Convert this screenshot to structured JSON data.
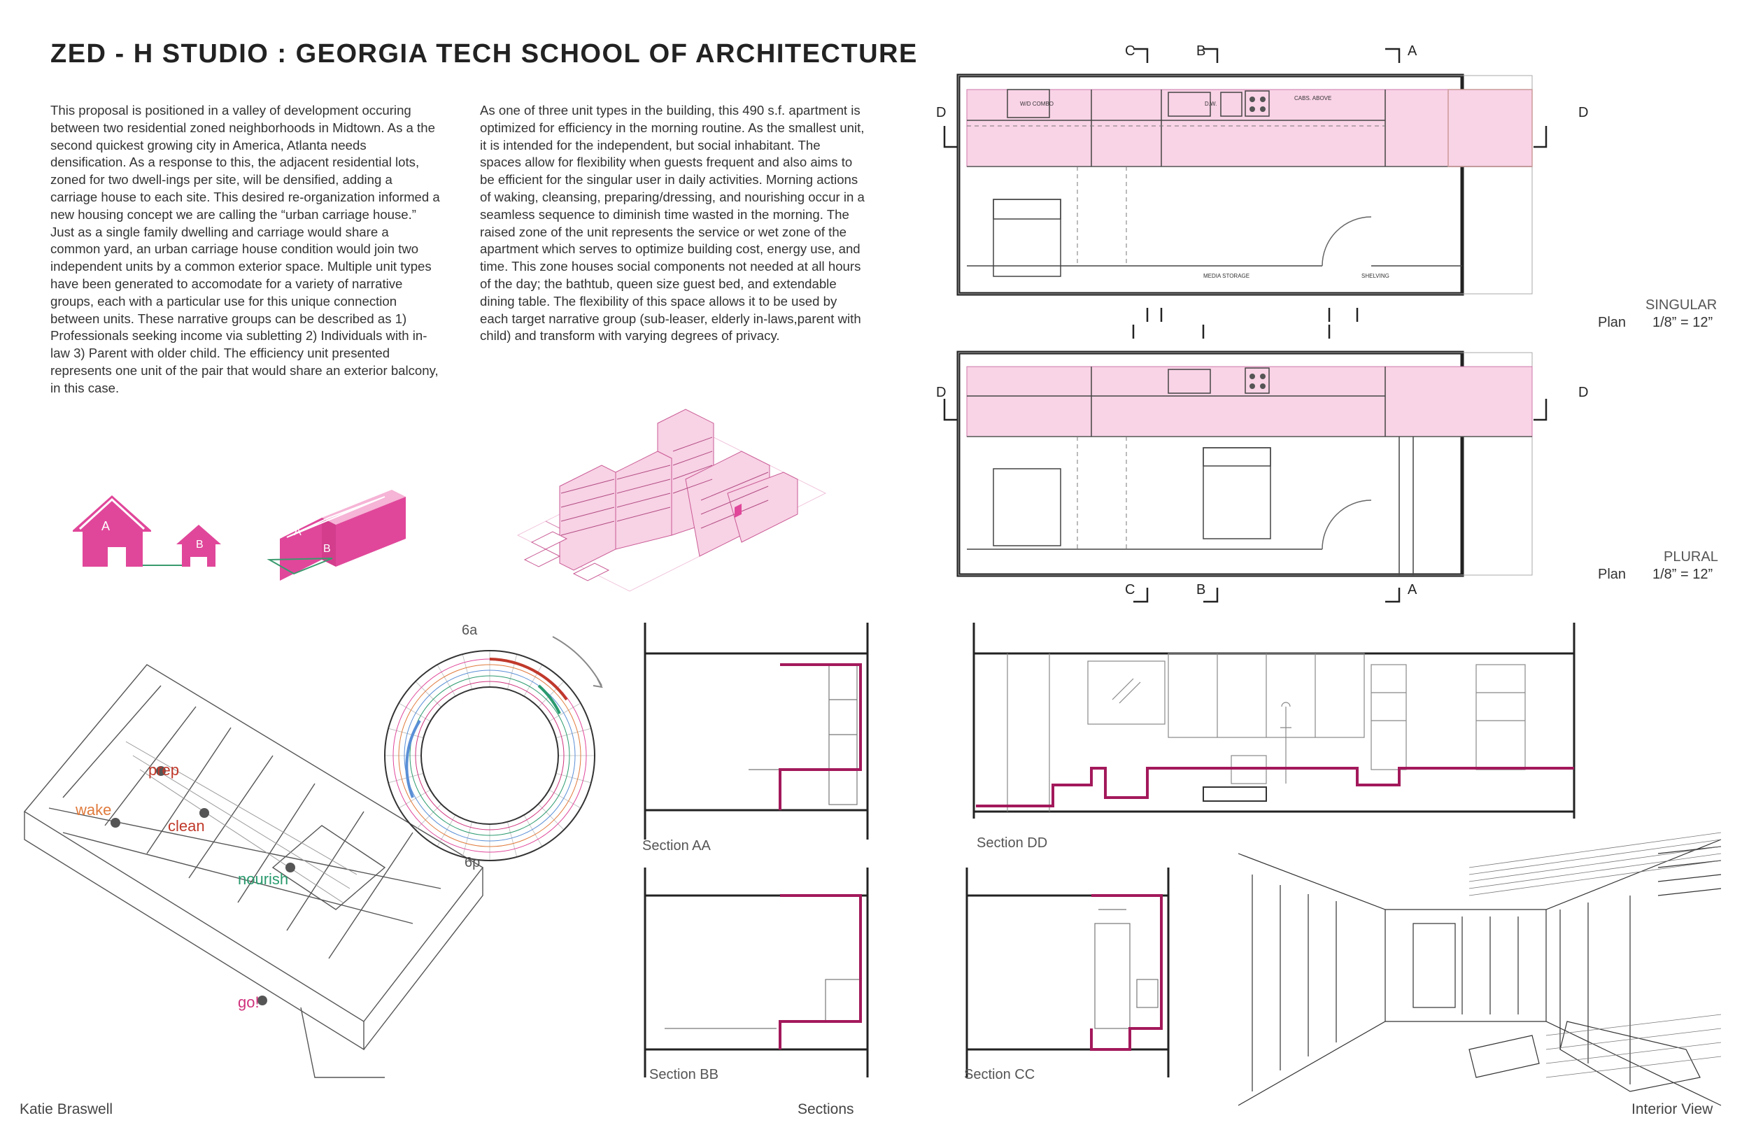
{
  "title": "ZED - H STUDIO : GEORGIA TECH SCHOOL OF ARCHITECTURE",
  "intro_paragraph": "This proposal is positioned in a valley of development occuring between two residential zoned neighborhoods in Midtown. As a the second quickest growing city in America, Atlanta needs densification. As a response to this, the adjacent residential lots, zoned for two dwell-ings per site, will be densified, adding a carriage house to each site. This desired re-organization informed a new housing concept we are calling the “urban carriage house.” Just as a single family dwelling and carriage would share a common yard, an urban carriage house condition would join two independent units by a common exterior space. Multiple unit types have been generated to accomodate for a variety of narrative groups, each with a particular use for this unique connection between units. These narrative groups can be described as 1) Professionals seeking income via subletting 2) Individuals with in-law 3) Parent with older child. The efficiency unit presented represents one unit of the pair that would share an exterior balcony, in this case.",
  "unit_paragraph": "As one of three unit types in the building, this 490 s.f. apartment is optimized for efficiency in the morning routine. As the smallest unit, it is intended for the independent, but social inhabitant. The spaces allow for flexibility when guests frequent and also aims to be efficient for the singular user in daily activities. Morning actions of waking, cleansing, preparing/dressing, and nourishing occur in a seamless sequence to diminish time wasted in the morning. The raised zone of the unit represents the service or wet zone of the apartment which serves to optimize building cost, energy use, and time. This zone houses social components not needed at all hours of the day; the bathtub, queen size guest bed, and extendable dining table. The flexibility of this space allows it to be used by each target narrative group (sub-leaser, elderly in-laws,parent with child) and transform with varying degrees of privacy.",
  "house_labels": {
    "a": "A",
    "b": "B"
  },
  "clock_labels": {
    "top": "6a",
    "bottom": "6p"
  },
  "routine_labels": {
    "prep": "prep",
    "wake": "wake",
    "clean": "clean",
    "nourish": "nourish",
    "go": "go!"
  },
  "section_markers": {
    "a": "A",
    "b": "B",
    "c": "C",
    "d": "D"
  },
  "plan_singular": {
    "name": "SINGULAR",
    "plan_word": "Plan",
    "scale": "1/8” = 12”",
    "notes": {
      "wd": "W/D COMBO",
      "dw": "D.W.",
      "cabs": "CABS. ABOVE",
      "media": "MEDIA STORAGE",
      "shelving": "SHELVING"
    }
  },
  "plan_plural": {
    "name": "PLURAL",
    "plan_word": "Plan",
    "scale": "1/8” = 12”"
  },
  "section_captions": {
    "aa": "Section AA",
    "bb": "Section BB",
    "cc": "Section CC",
    "dd": "Section DD"
  },
  "footer": {
    "author": "Katie Braswell",
    "sections": "Sections",
    "interior": "Interior View"
  },
  "colors": {
    "pink": "#e0479a",
    "pink_fill": "#f9d3e6",
    "magenta_line": "#a3195b",
    "wake": "#e07a3c",
    "nourish": "#2a9a6e"
  }
}
